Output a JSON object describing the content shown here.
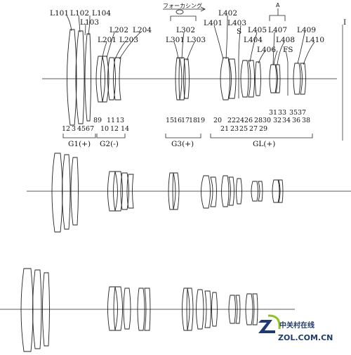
{
  "focusing_label": "フォーカシング",
  "top_edge_label": "I",
  "arrow_label": "A",
  "top_labels": [
    "L101",
    "L102",
    "L104",
    "L103",
    "L202",
    "L204",
    "L201",
    "L203",
    "L302",
    "L301",
    "L303",
    "L402",
    "L401",
    "L403",
    "S",
    "L405",
    "L407",
    "L409",
    "L404",
    "L408",
    "L410",
    "L406",
    "FS"
  ],
  "surface_numbers_row1": [
    "1",
    "2",
    "3",
    "4",
    "5",
    "6",
    "7",
    "8",
    "9",
    "10",
    "11",
    "12",
    "13",
    "14"
  ],
  "surface_numbers_row2": [
    "15",
    "16",
    "17",
    "18",
    "19"
  ],
  "surface_numbers_row3a": [
    "20",
    "22",
    "24",
    "26",
    "28",
    "30",
    "31",
    "33",
    "35",
    "37",
    "38"
  ],
  "surface_numbers_row3b": [
    "21",
    "23",
    "25",
    "27",
    "29",
    "32",
    "34",
    "36"
  ],
  "group_labels": [
    "G1(+)",
    "G2(-)",
    "G3(+)",
    "GL(+)"
  ],
  "watermark": {
    "line1": "中关村在线",
    "line2": "ZOL.COM.CN"
  }
}
